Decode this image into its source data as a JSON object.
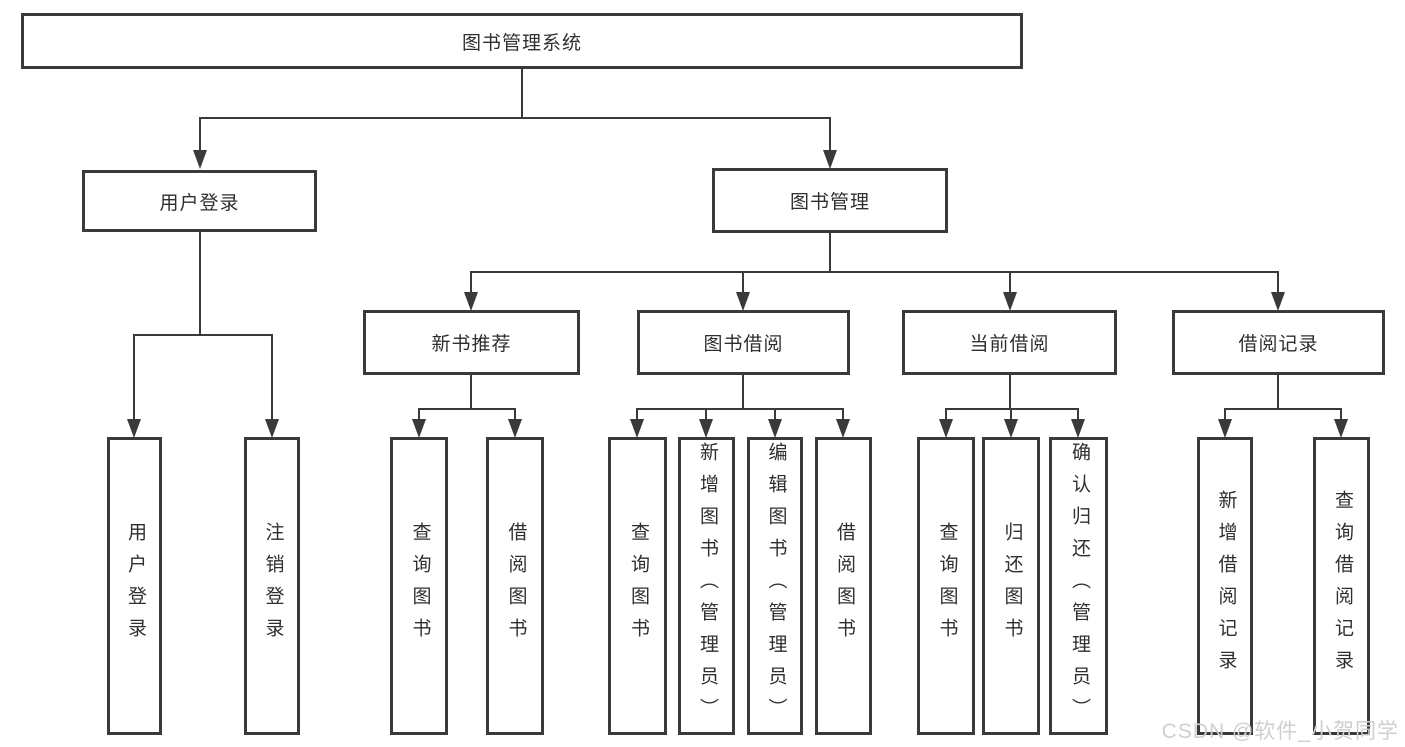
{
  "title": "图书管理系统",
  "nodes": {
    "root": "图书管理系统",
    "user_login": "用户登录",
    "book_mgmt": "图书管理",
    "new_book_rec": "新书推荐",
    "book_borrow": "图书借阅",
    "current_borrow": "当前借阅",
    "borrow_records": "借阅记录",
    "leaves": {
      "user_login_leaf": "用户登录",
      "logout": "注销登录",
      "nb_query_books": "查询图书",
      "nb_borrow_books": "借阅图书",
      "bb_query_books": "查询图书",
      "bb_add_books": "新增图书（管理员）",
      "bb_edit_books": "编辑图书（管理员）",
      "bb_borrow_books": "借阅图书",
      "cb_query_books": "查询图书",
      "cb_return_books": "归还图书",
      "cb_confirm_return": "确认归还（管理员）",
      "br_add_record": "新增借阅记录",
      "br_query_record": "查询借阅记录"
    }
  },
  "watermark": "CSDN @软件_小贺同学",
  "colors": {
    "line": "#3a3a3a",
    "text": "#2f2f2f",
    "background": "#ffffff",
    "watermark": "#cfcfcf"
  }
}
